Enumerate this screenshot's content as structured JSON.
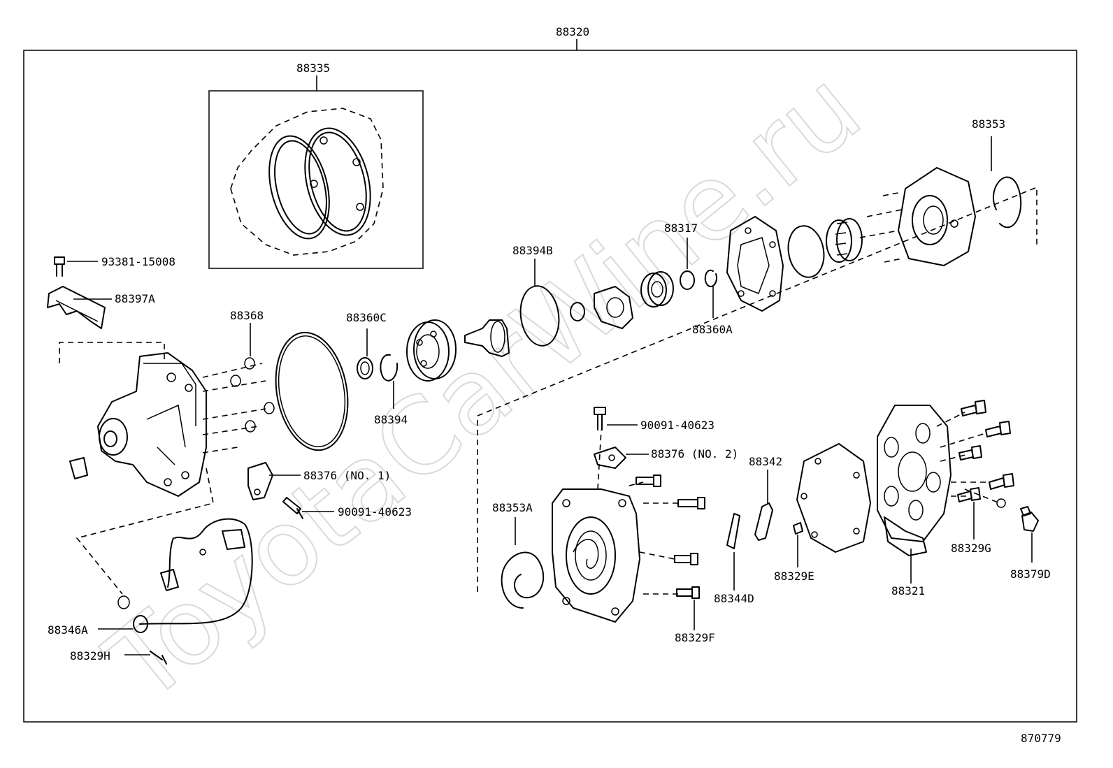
{
  "watermark": "ToyotaCarWine.ru",
  "assembly_label": "88320",
  "kit_label": "88335",
  "diagram_code": "870779",
  "labels": [
    {
      "id": "93381-15008",
      "text": "93381-15008"
    },
    {
      "id": "88397A",
      "text": "88397A"
    },
    {
      "id": "88368",
      "text": "88368"
    },
    {
      "id": "88360C",
      "text": "88360C"
    },
    {
      "id": "88394",
      "text": "88394"
    },
    {
      "id": "88394B",
      "text": "88394B"
    },
    {
      "id": "88317",
      "text": "88317"
    },
    {
      "id": "88360A",
      "text": "88360A"
    },
    {
      "id": "88353",
      "text": "88353"
    },
    {
      "id": "88376-1",
      "text": "88376 (NO. 1)"
    },
    {
      "id": "90091-40623-a",
      "text": "90091-40623"
    },
    {
      "id": "90091-40623-b",
      "text": "90091-40623"
    },
    {
      "id": "88376-2",
      "text": "88376 (NO. 2)"
    },
    {
      "id": "88342",
      "text": "88342"
    },
    {
      "id": "88353A",
      "text": "88353A"
    },
    {
      "id": "88329G",
      "text": "88329G"
    },
    {
      "id": "88379D",
      "text": "88379D"
    },
    {
      "id": "88329E",
      "text": "88329E"
    },
    {
      "id": "88321",
      "text": "88321"
    },
    {
      "id": "88344D",
      "text": "88344D"
    },
    {
      "id": "88329F",
      "text": "88329F"
    },
    {
      "id": "88346A",
      "text": "88346A"
    },
    {
      "id": "88329H",
      "text": "88329H"
    }
  ]
}
